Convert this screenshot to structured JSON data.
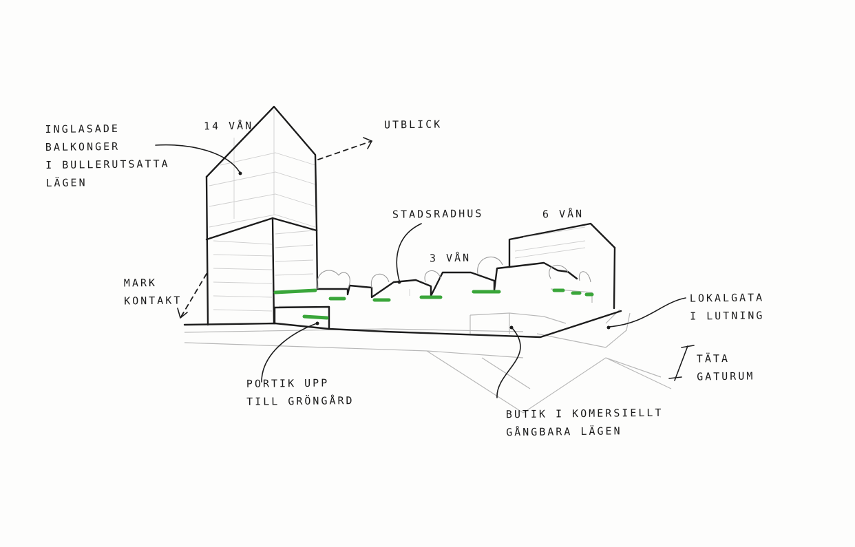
{
  "annotations": {
    "inglasade": [
      "INGLASADE",
      "BALKONGER",
      "I BULLERUTSATTA",
      "LÄGEN"
    ],
    "floors_tower": "14 VÅN",
    "utblick": "UTBLICK",
    "stadsradhus": "STADSRADHUS",
    "floors_block": "6 VÅN",
    "floors_row": "3 VÅN",
    "mark_kontakt": [
      "MARK",
      "KONTAKT"
    ],
    "lokalgata": [
      "LOKALGATA",
      "I LUTNING"
    ],
    "tata_gaturum": [
      "TÄTA",
      "GATURUM"
    ],
    "portik": [
      "PORTIK UPP",
      "TILL GRÖNGÅRD"
    ],
    "butik": [
      "BUTIK I KOMERSIELLT",
      "GÅNGBARA LÄGEN"
    ]
  },
  "colors": {
    "ink": "#1c1c1c",
    "pencil": "#b8b8b8",
    "green_roof": "#3aa63a",
    "paper": "#fdfdfc"
  }
}
